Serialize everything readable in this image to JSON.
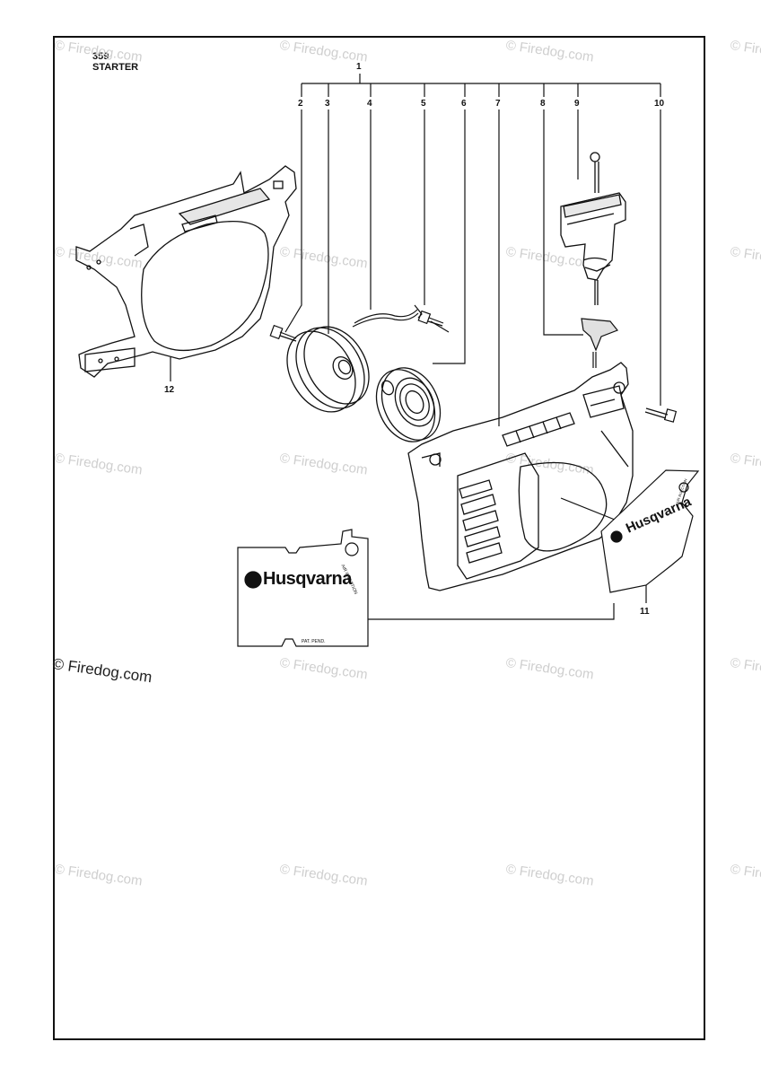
{
  "header": {
    "model": "359",
    "title": "STARTER"
  },
  "part_numbers": {
    "p1": "1",
    "p2": "2",
    "p3": "3",
    "p4": "4",
    "p5": "5",
    "p6": "6",
    "p7": "7",
    "p8": "8",
    "p9": "9",
    "p10": "10",
    "p11": "11",
    "p12": "12"
  },
  "labels": {
    "brand": "Husqvarna",
    "decal_side_text": "AIR INJECTION",
    "patent_text": "PAT. PEND."
  },
  "watermark": {
    "text": "© Firedog.com"
  },
  "colors": {
    "line": "#111111",
    "watermark": "#cfcfcf",
    "fill_gray": "#d8d8d8"
  }
}
